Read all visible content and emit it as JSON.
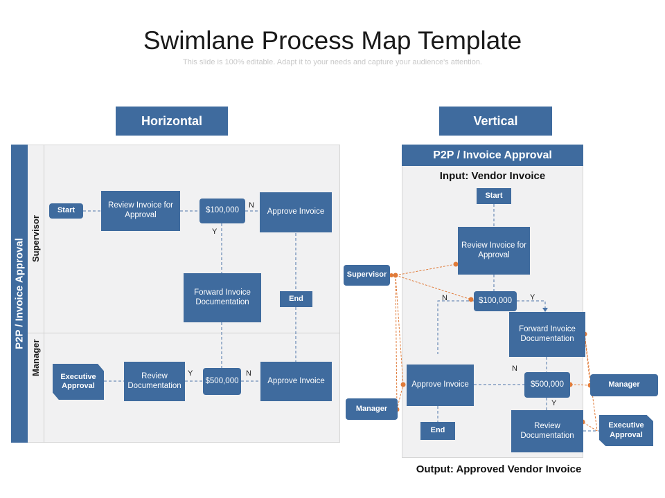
{
  "title": "Swimlane Process Map Template",
  "subtitle": "This slide is 100% editable. Adapt it to your needs and capture your audience's attention.",
  "headers": {
    "horizontal": "Horizontal",
    "vertical": "Vertical"
  },
  "horizontal": {
    "process": "P2P / Invoice Approval",
    "lanes": {
      "supervisor": "Supervisor",
      "manager": "Manager"
    },
    "nodes": {
      "start": "Start",
      "review_invoice": "Review Invoice for Approval",
      "amount_100k": "$100,000",
      "approve_invoice_top": "Approve Invoice",
      "forward_docs": "Forward Invoice Documentation",
      "end": "End",
      "executive_approval": "Executive Approval",
      "review_docs": "Review Documentation",
      "amount_500k": "$500,000",
      "approve_invoice_bottom": "Approve Invoice"
    },
    "labels": {
      "n1": "N",
      "y1": "Y",
      "y2": "Y",
      "n2": "N"
    }
  },
  "vertical": {
    "process": "P2P / Invoice Approval",
    "input": "Input: Vendor Invoice",
    "output": "Output: Approved Vendor Invoice",
    "nodes": {
      "start": "Start",
      "review_invoice": "Review Invoice for Approval",
      "amount_100k": "$100,000",
      "forward_docs": "Forward Invoice Documentation",
      "approve_invoice": "Approve Invoice",
      "amount_500k": "$500,000",
      "end": "End",
      "review_docs": "Review Documentation"
    },
    "roles": {
      "supervisor": "Supervisor",
      "manager_left": "Manager",
      "manager_right": "Manager",
      "executive_approval": "Executive Approval"
    },
    "labels": {
      "n1": "N",
      "y1": "Y",
      "n2": "N",
      "y2": "Y"
    }
  },
  "colors": {
    "primary": "#3f6b9e",
    "panel": "#f1f1f2",
    "connector": "#e07b39",
    "dash": "#4a74a8"
  }
}
